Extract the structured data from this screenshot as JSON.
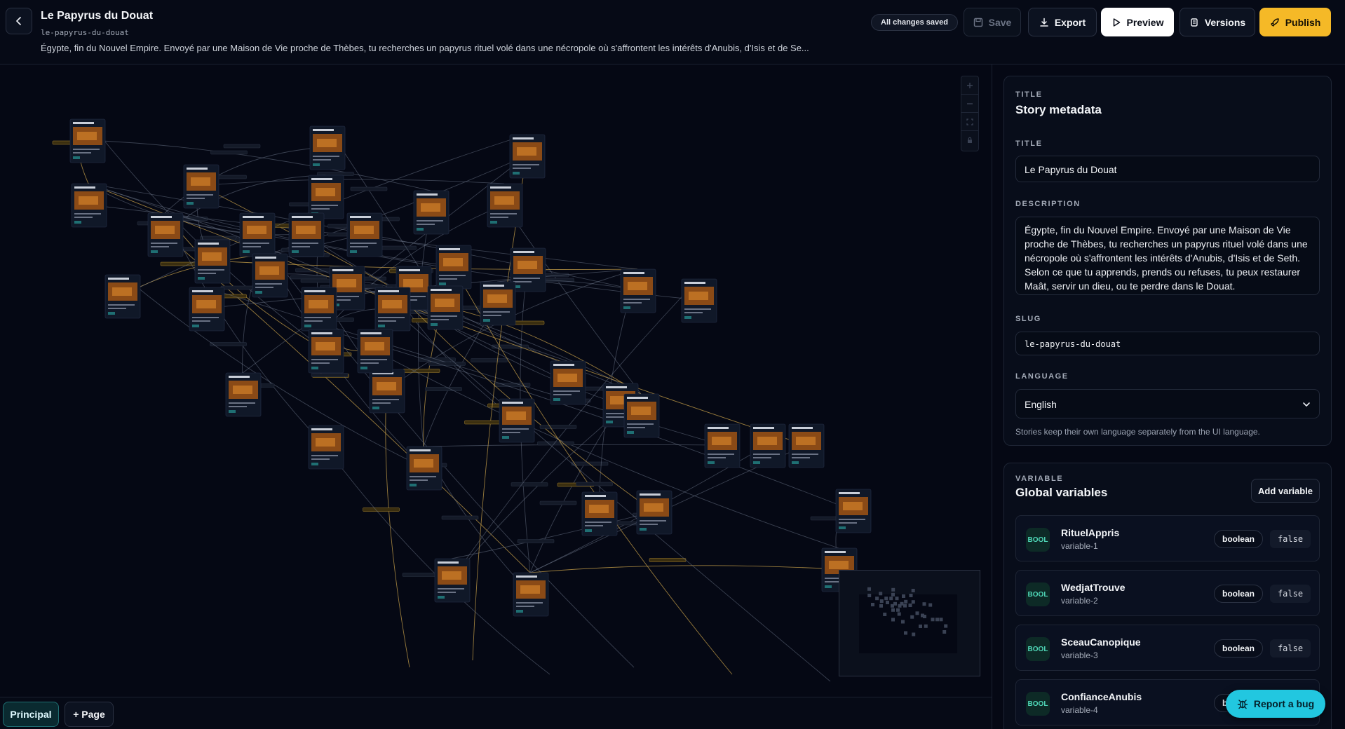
{
  "header": {
    "title": "Le Papyrus du Douat",
    "slug": "le-papyrus-du-douat",
    "description": "Égypte, fin du Nouvel Empire. Envoyé par une Maison de Vie proche de Thèbes, tu recherches un papyrus rituel volé dans une nécropole où s'affrontent les intérêts d'Anubis, d'Isis et de Se...",
    "saved_status": "All changes saved",
    "save_label": "Save",
    "export_label": "Export",
    "preview_label": "Preview",
    "versions_label": "Versions",
    "publish_label": "Publish"
  },
  "colors": {
    "accent": "#f5b927",
    "teal": "#22c7e0",
    "background": "#050814",
    "edge": "#7d889c",
    "edge_highlight": "#c9a24a"
  },
  "bottom_bar": {
    "active_page": "Principal",
    "add_page_label": "+ Page"
  },
  "metadata": {
    "eyebrow": "TITLE",
    "heading": "Story metadata",
    "title_label": "TITLE",
    "title_value": "Le Papyrus du Douat",
    "description_label": "DESCRIPTION",
    "description_value": "Égypte, fin du Nouvel Empire. Envoyé par une Maison de Vie proche de Thèbes, tu recherches un papyrus rituel volé dans une nécropole où s'affrontent les intérêts d'Anubis, d'Isis et de Seth. Selon ce que tu apprends, prends ou refuses, tu peux restaurer Maât, servir un dieu, ou te perdre dans le Douat.",
    "slug_label": "SLUG",
    "slug_value": "le-papyrus-du-douat",
    "language_label": "LANGUAGE",
    "language_value": "English",
    "language_hint": "Stories keep their own language separately from the UI language."
  },
  "variables": {
    "eyebrow": "VARIABLE",
    "heading": "Global variables",
    "add_label": "Add variable",
    "items": [
      {
        "badge": "BOOL",
        "name": "RituelAppris",
        "id": "variable-1",
        "type": "boolean",
        "value": "false"
      },
      {
        "badge": "BOOL",
        "name": "WedjatTrouve",
        "id": "variable-2",
        "type": "boolean",
        "value": "false"
      },
      {
        "badge": "BOOL",
        "name": "SceauCanopique",
        "id": "variable-3",
        "type": "boolean",
        "value": "false"
      },
      {
        "badge": "BOOL",
        "name": "ConfianceAnubis",
        "id": "variable-4",
        "type": "boolean",
        "value": "false"
      }
    ]
  },
  "report_bug_label": "Report a bug",
  "icons": {
    "back": "chevron-left-icon",
    "save": "floppy-disk-icon",
    "export": "download-icon",
    "preview": "play-icon",
    "versions": "layers-icon",
    "publish": "rocket-icon",
    "bug": "bug-icon",
    "language": "chevron-down-icon"
  }
}
